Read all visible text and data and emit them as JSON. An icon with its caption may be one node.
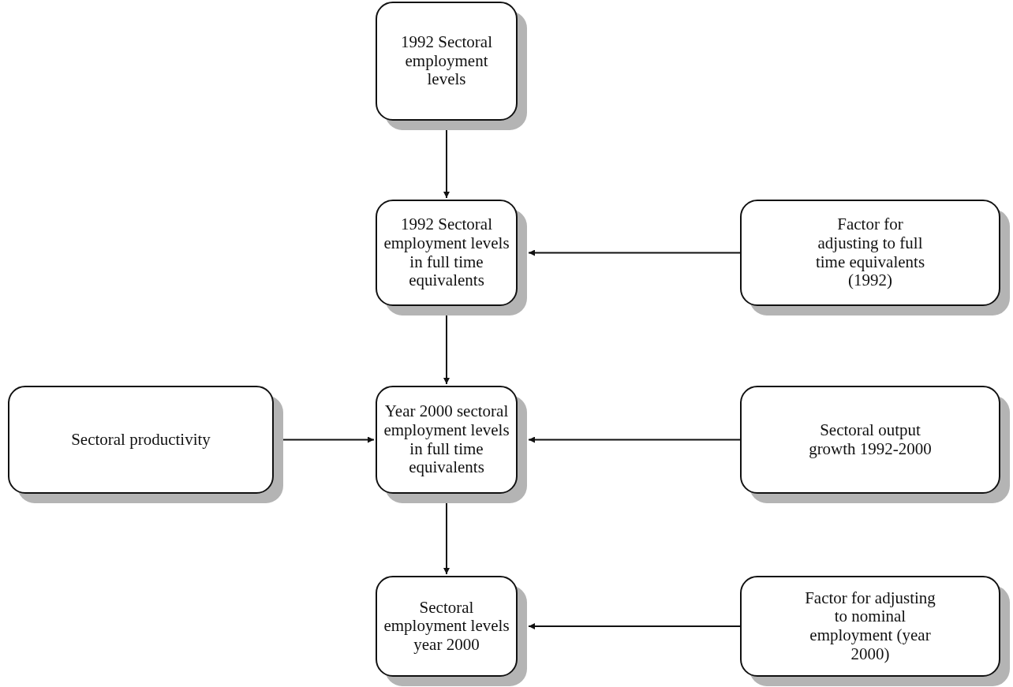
{
  "diagram": {
    "nodes": [
      {
        "text": [
          "1992 Sectoral employment levels"
        ]
      },
      {
        "text": [
          "1992 Sectoral employment levels in full time equivalents"
        ]
      },
      {
        "text": [
          "Factor for adjusting to full time equivalents (1992)"
        ]
      },
      {
        "text": [
          "Sectoral productivity"
        ]
      },
      {
        "text": [
          "Year 2000 sectoral employment levels in full time equivalents"
        ]
      },
      {
        "text": [
          "Sectoral output growth 1992-2000"
        ]
      },
      {
        "text": [
          "Sectoral employment levels year 2000"
        ]
      },
      {
        "text": [
          "Factor for adjusting to nominal employment (year 2000)"
        ]
      }
    ],
    "edges": [
      {
        "from": 0,
        "to": 1,
        "arrow": "to"
      },
      {
        "from": 2,
        "to": 1,
        "arrow": "to"
      },
      {
        "from": 1,
        "to": 4,
        "arrow": "to"
      },
      {
        "from": 3,
        "to": 4,
        "arrow": "to"
      },
      {
        "from": 5,
        "to": 4,
        "arrow": "to"
      },
      {
        "from": 4,
        "to": 6,
        "arrow": "to"
      },
      {
        "from": 7,
        "to": 6,
        "arrow": "to"
      }
    ]
  }
}
